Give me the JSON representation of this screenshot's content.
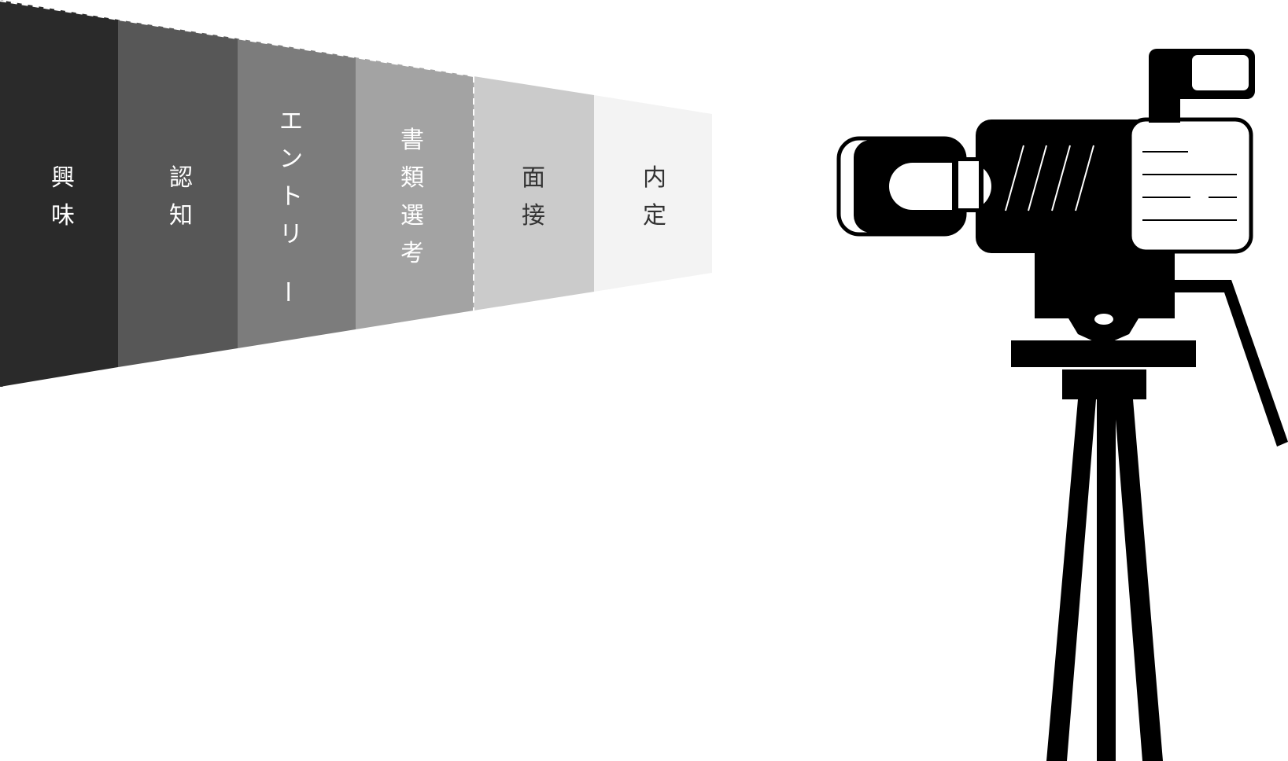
{
  "funnel": {
    "stages": [
      {
        "key": "interest",
        "label": "興味",
        "fill": "#2a2a2a",
        "text_color": "#ffffff"
      },
      {
        "key": "awareness",
        "label": "認知",
        "fill": "#575757",
        "text_color": "#ffffff"
      },
      {
        "key": "entry",
        "label": "エントリー",
        "fill": "#7c7c7c",
        "text_color": "#ffffff"
      },
      {
        "key": "screening",
        "label": "書類選考",
        "fill": "#a3a3a3",
        "text_color": "#ffffff"
      },
      {
        "key": "interview",
        "label": "面接",
        "fill": "#cbcbcb",
        "text_color": "#333333"
      },
      {
        "key": "offer",
        "label": "内定",
        "fill": "#f3f3f3",
        "text_color": "#333333"
      }
    ]
  },
  "camera": {
    "icon": "video-camera-on-tripod-icon",
    "color": "#000000"
  }
}
